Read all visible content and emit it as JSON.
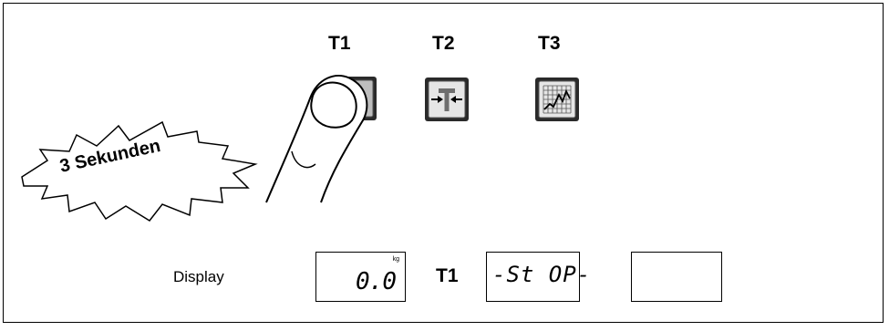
{
  "keys": [
    {
      "label": "T1",
      "icon": "blank-key-icon"
    },
    {
      "label": "T2",
      "icon": "tare-icon"
    },
    {
      "label": "T3",
      "icon": "graph-icon"
    }
  ],
  "burst_text": "3 Sekunden",
  "display_label": "Display",
  "displays": [
    {
      "value": "0.0",
      "unit": "kg"
    },
    {
      "value": "-St OP-"
    },
    {
      "value": ""
    }
  ],
  "transition_label": "T1"
}
